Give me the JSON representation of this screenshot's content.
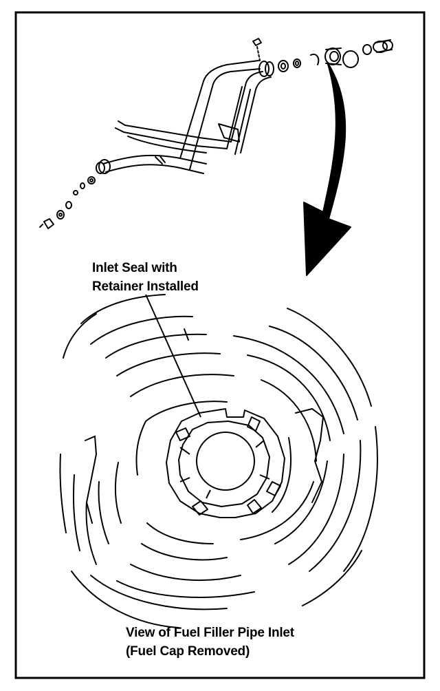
{
  "callout": {
    "line1": "Inlet Seal with",
    "line2": "Retainer Installed"
  },
  "caption": {
    "line1": "View of Fuel Filler Pipe Inlet",
    "line2": "(Fuel Cap Removed)"
  },
  "colors": {
    "ink": "#000000",
    "paper": "#ffffff"
  }
}
